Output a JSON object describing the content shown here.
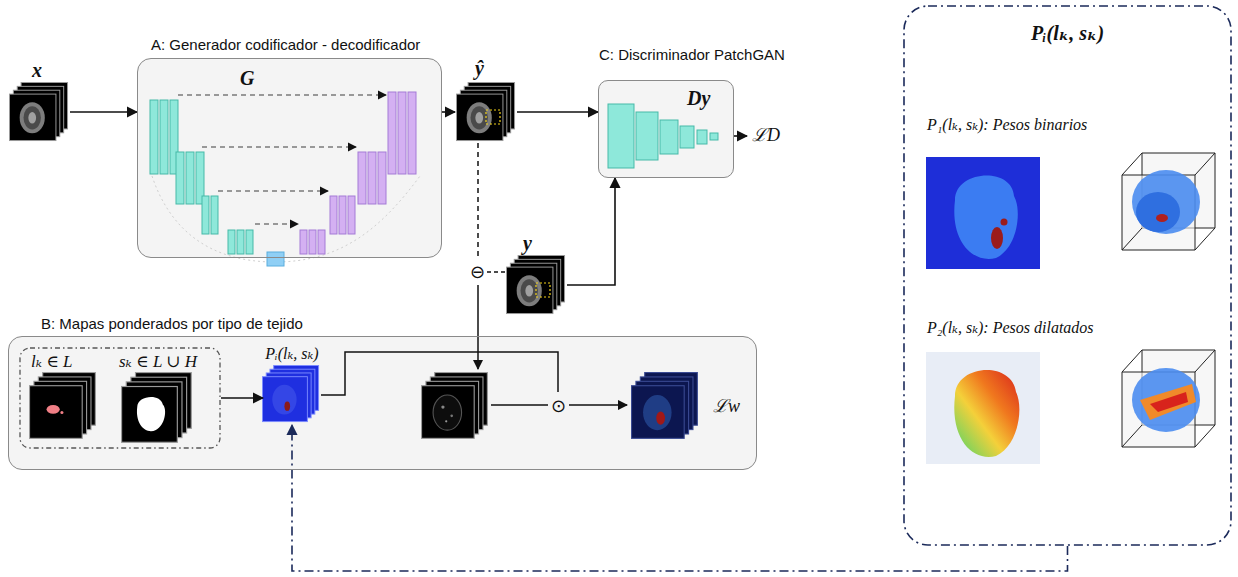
{
  "diagram": {
    "nodes": [
      {
        "text": [
          "A: Generador codificador - decodificador",
          "G"
        ]
      },
      {
        "text": [
          "x"
        ]
      },
      {
        "text": [
          "ŷ"
        ]
      },
      {
        "text": [
          "C: Discriminador PatchGAN",
          "Dy"
        ]
      },
      {
        "text": [
          "y"
        ]
      },
      {
        "text": [
          "B: Mapas ponderados por tipo de tejido",
          "ℒw"
        ]
      },
      {
        "text": [
          "lₖ ∈ L",
          "sₖ ∈ L ∪ H"
        ],
        "in": 5
      },
      {
        "text": [
          "Pᵢ(lₖ, sₖ)"
        ],
        "in": 5
      },
      {
        "text": [
          "Pᵢ(lₖ, sₖ)",
          "P₁(lₖ, sₖ): Pesos binarios",
          "P₂(lₖ, sₖ): Pesos dilatados"
        ]
      }
    ],
    "edges": [
      {
        "from": 1,
        "to": 0,
        "arrow": "to"
      },
      {
        "from": 0,
        "to": 2,
        "arrow": "to"
      },
      {
        "from": 2,
        "to": 3,
        "arrow": "to"
      },
      {
        "from": 4,
        "to": 3,
        "arrow": "to"
      },
      {
        "from": 6,
        "to": 7,
        "arrow": "to"
      },
      {
        "from": 8,
        "to": 7,
        "arrow": "to"
      }
    ],
    "labels": [
      "ℒD",
      "⊖",
      "⊙"
    ]
  }
}
